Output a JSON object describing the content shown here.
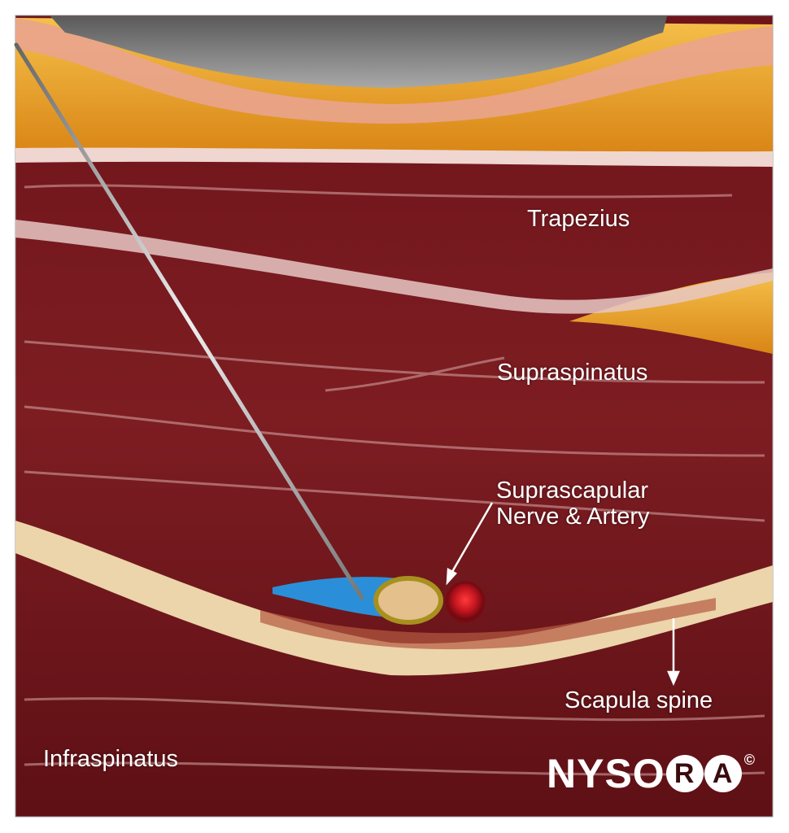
{
  "labels": {
    "trapezius": "Trapezius",
    "supraspinatus": "Supraspinatus",
    "nerve_artery_line1": "Suprascapular",
    "nerve_artery_line2": "Nerve & Artery",
    "scapula_spine": "Scapula spine",
    "infraspinatus": "Infraspinatus"
  },
  "logo": {
    "text_plain": "NYSO",
    "text_ringed_1": "R",
    "text_ringed_2": "A",
    "copyright": "©"
  },
  "colors": {
    "muscle": "#7a1a1f",
    "fat": "#e9a020",
    "bone": "#e8cfa6",
    "local_anesthetic": "#2a8fd8",
    "nerve": "#c9a43a",
    "artery": "#b0121c",
    "probe": "#8a8a8a"
  }
}
